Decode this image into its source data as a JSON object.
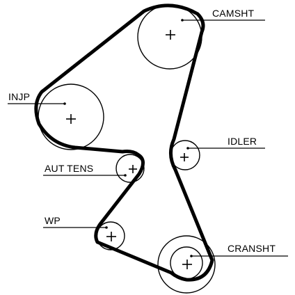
{
  "labels": {
    "camshaft": "CAMSHT",
    "injection_pump": "INJP",
    "idler": "IDLER",
    "auto_tensioner": "AUT TENS",
    "water_pump": "WP",
    "crankshaft": "CRANSHT"
  },
  "colors": {
    "line": "#000000",
    "background": "#ffffff"
  }
}
